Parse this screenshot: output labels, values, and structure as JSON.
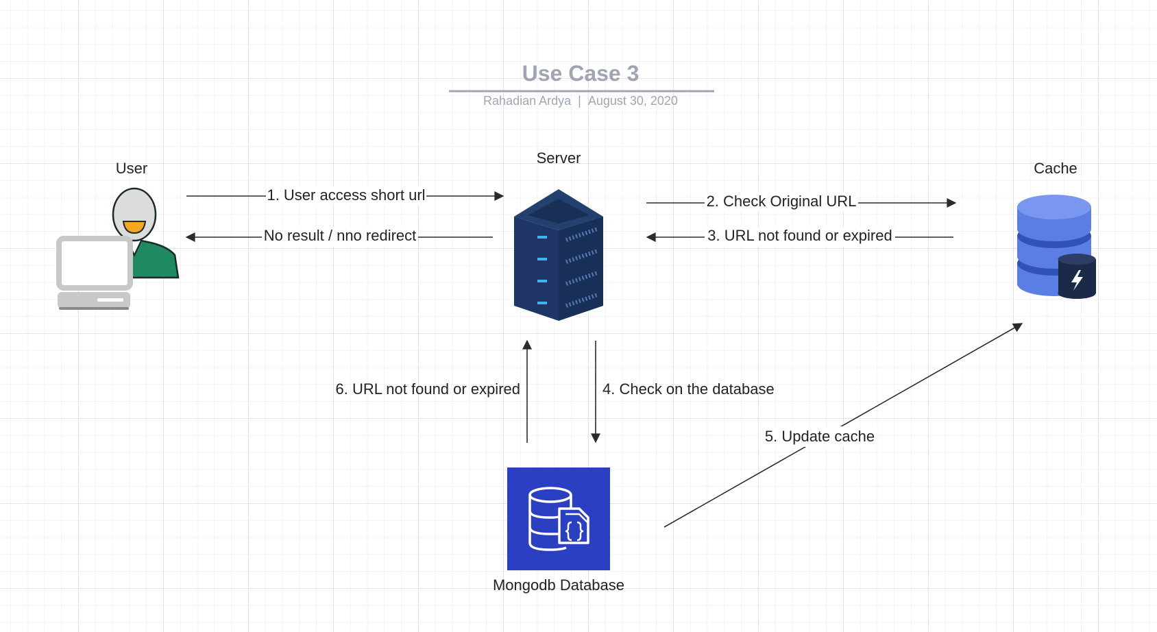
{
  "title": "Use Case 3",
  "subtitle": {
    "author": "Rahadian Ardya",
    "separator": "|",
    "date": "August 30, 2020"
  },
  "nodes": {
    "user": {
      "label": "User",
      "icon": "user-at-computer-icon"
    },
    "server": {
      "label": "Server",
      "icon": "server-stack-icon"
    },
    "cache": {
      "label": "Cache",
      "icon": "cache-database-icon"
    },
    "database": {
      "label": "Mongodb Database",
      "icon": "document-database-icon"
    }
  },
  "edges": [
    {
      "id": "e1",
      "from": "user",
      "to": "server",
      "label": "1. User access short url"
    },
    {
      "id": "e_no_result",
      "from": "server",
      "to": "user",
      "label": "No result / nno redirect"
    },
    {
      "id": "e2",
      "from": "server",
      "to": "cache",
      "label": "2. Check Original URL"
    },
    {
      "id": "e3",
      "from": "cache",
      "to": "server",
      "label": "3. URL not found or expired"
    },
    {
      "id": "e4",
      "from": "server",
      "to": "database",
      "label": "4. Check on the database"
    },
    {
      "id": "e5",
      "from": "database",
      "to": "cache",
      "label": "5. Update cache"
    },
    {
      "id": "e6",
      "from": "database",
      "to": "server",
      "label": "6. URL not found or expired"
    }
  ],
  "colors": {
    "title": "#a0a6b1",
    "server": "#1f3566",
    "server_light": "#3a5a9c",
    "server_led": "#3fb6e8",
    "cache": "#5b7ee5",
    "cache_dark": "#3352b8",
    "cache_badge": "#1c2a4a",
    "database_bg": "#2b3fc3",
    "user_shirt": "#1f8a62",
    "user_mouth": "#f5a623",
    "computer": "#c8c8c8"
  }
}
